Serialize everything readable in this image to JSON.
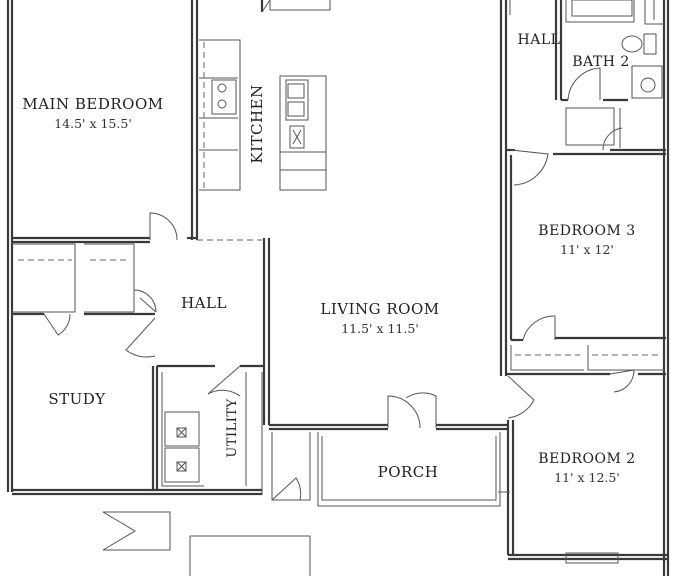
{
  "rooms": {
    "main_bedroom": {
      "name": "MAIN BEDROOM",
      "size": "14.5' x 15.5'"
    },
    "kitchen": {
      "name": "KITCHEN"
    },
    "hall_top": {
      "name": "HALL"
    },
    "bath2": {
      "name": "BATH 2"
    },
    "bedroom3": {
      "name": "BEDROOM 3",
      "size": "11' x 12'"
    },
    "hall_mid": {
      "name": "HALL"
    },
    "living_room": {
      "name": "LIVING ROOM",
      "size": "11.5' x 11.5'"
    },
    "study": {
      "name": "STUDY"
    },
    "utility": {
      "name": "UTILITY"
    },
    "porch": {
      "name": "PORCH"
    },
    "bedroom2": {
      "name": "BEDROOM 2",
      "size": "11' x 12.5'"
    }
  }
}
